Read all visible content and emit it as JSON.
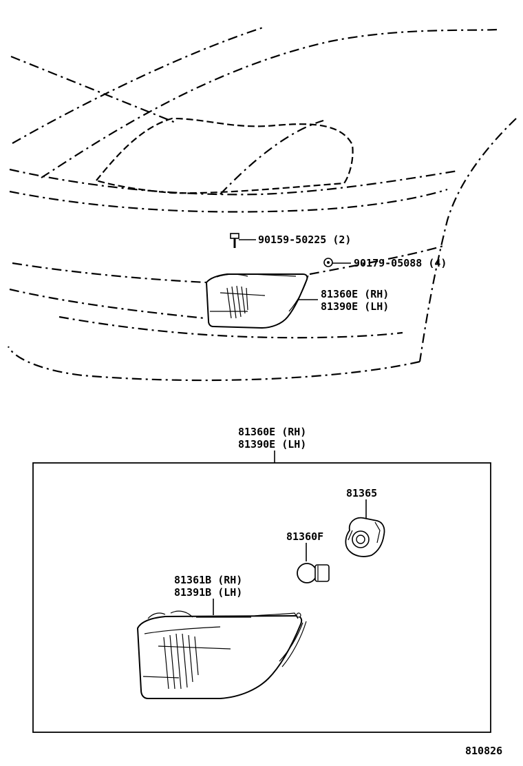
{
  "labels": {
    "bolt_part": "90159-50225 (2)",
    "clip_part": "90179-05088 (4)",
    "lamp_top_rh": "81360E (RH)",
    "lamp_top_lh": "81390E (LH)",
    "assy_rh": "81360E (RH)",
    "assy_lh": "81390E (LH)",
    "socket_part": "81365",
    "bulb_part": "81360F",
    "lens_rh": "81361B (RH)",
    "lens_lh": "81391B (LH)",
    "diagram_number": "810826"
  },
  "icons": [
    "bolt-icon",
    "clip-icon",
    "socket-icon",
    "bulb-icon",
    "lamp-lens-icon"
  ]
}
